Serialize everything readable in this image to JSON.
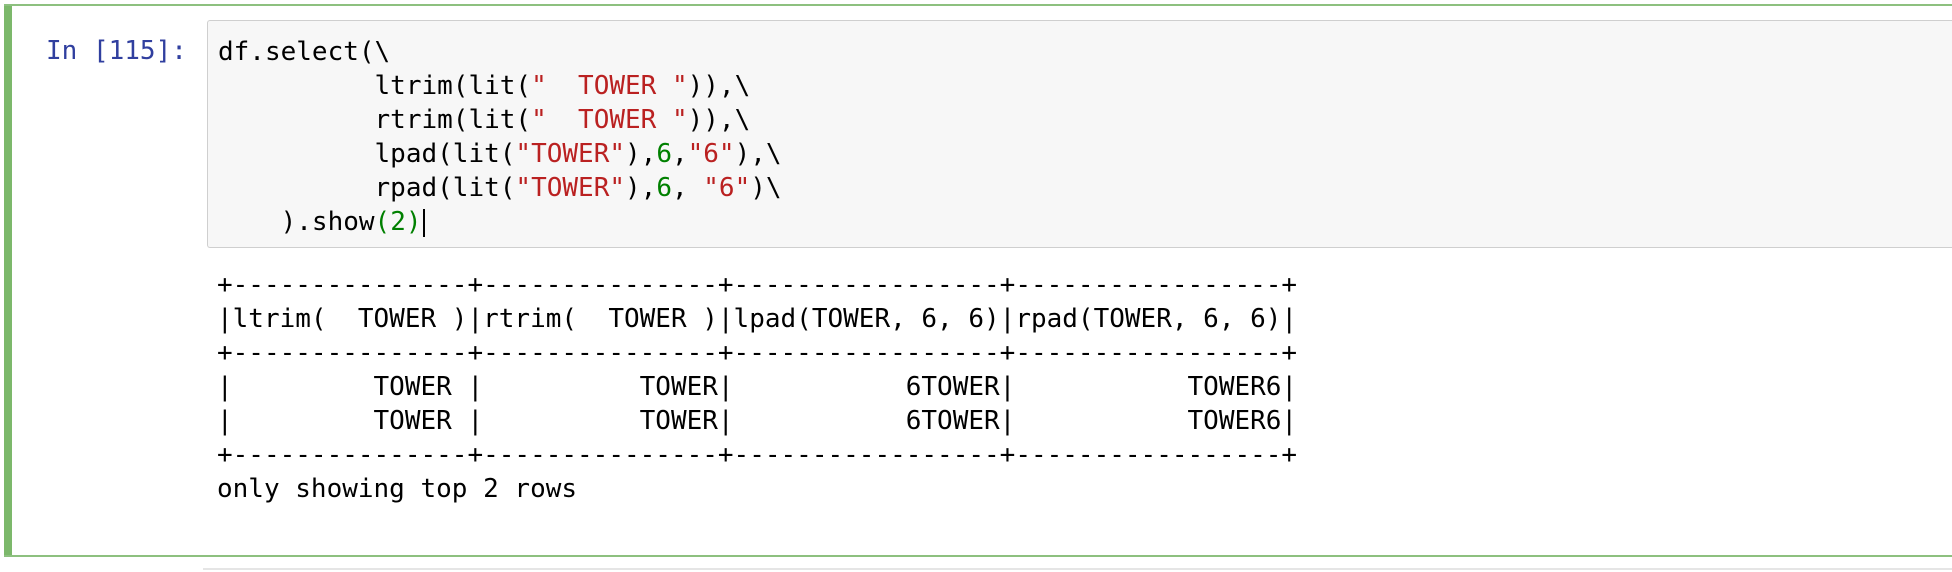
{
  "cell": {
    "prompt": "In [115]:",
    "code_lines": [
      [
        {
          "t": "df.select(\\",
          "c": "plain"
        }
      ],
      [
        {
          "t": "          ltrim(lit(",
          "c": "plain"
        },
        {
          "t": "\"  TOWER \"",
          "c": "str"
        },
        {
          "t": ")),\\",
          "c": "plain"
        }
      ],
      [
        {
          "t": "          rtrim(lit(",
          "c": "plain"
        },
        {
          "t": "\"  TOWER \"",
          "c": "str"
        },
        {
          "t": ")),\\",
          "c": "plain"
        }
      ],
      [
        {
          "t": "          lpad(lit(",
          "c": "plain"
        },
        {
          "t": "\"TOWER\"",
          "c": "str"
        },
        {
          "t": "),",
          "c": "plain"
        },
        {
          "t": "6",
          "c": "num"
        },
        {
          "t": ",",
          "c": "plain"
        },
        {
          "t": "\"6\"",
          "c": "str"
        },
        {
          "t": "),\\",
          "c": "plain"
        }
      ],
      [
        {
          "t": "          rpad(lit(",
          "c": "plain"
        },
        {
          "t": "\"TOWER\"",
          "c": "str"
        },
        {
          "t": "),",
          "c": "plain"
        },
        {
          "t": "6",
          "c": "num"
        },
        {
          "t": ", ",
          "c": "plain"
        },
        {
          "t": "\"6\"",
          "c": "str"
        },
        {
          "t": ")\\",
          "c": "plain"
        }
      ],
      [
        {
          "t": "    ).show",
          "c": "plain"
        },
        {
          "t": "(2)",
          "c": "num"
        }
      ]
    ],
    "output_lines": [
      "+---------------+---------------+-----------------+-----------------+",
      "|ltrim(  TOWER )|rtrim(  TOWER )|lpad(TOWER, 6, 6)|rpad(TOWER, 6, 6)|",
      "+---------------+---------------+-----------------+-----------------+",
      "|         TOWER |          TOWER|           6TOWER|           TOWER6|",
      "|         TOWER |          TOWER|           6TOWER|           TOWER6|",
      "+---------------+---------------+-----------------+-----------------+",
      "only showing top 2 rows"
    ]
  },
  "colors": {
    "prompt": "#303f9f",
    "string": "#ba2121",
    "number": "#008000",
    "cell_bar": "#7cb86b"
  }
}
